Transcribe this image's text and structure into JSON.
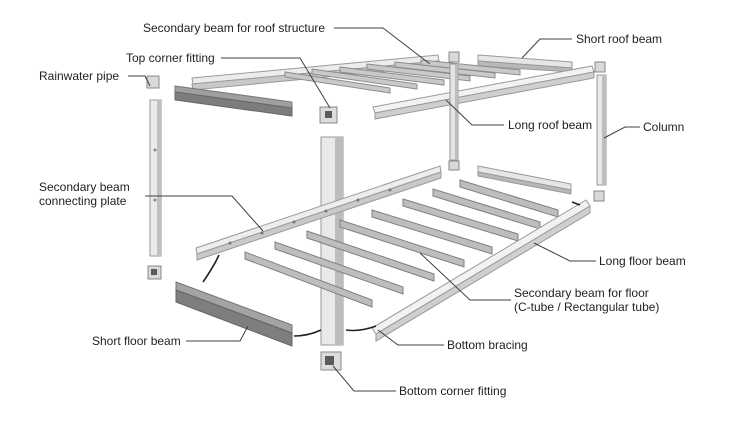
{
  "colors": {
    "background": "#ffffff",
    "member_face": "#e6e6e6",
    "member_top": "#f5f5f5",
    "member_side": "#bdbdbd",
    "member_stroke": "#9a9a9a",
    "fitting_face": "#dcdcdc",
    "fitting_dark": "#5a5a5a",
    "leader_line": "#404040",
    "bracing": "#222222",
    "label_text": "#1f1f1f"
  },
  "labels": {
    "secondary_roof_beam": "Secondary beam for roof structure",
    "short_roof_beam": "Short roof beam",
    "top_corner_fitting": "Top corner fitting",
    "rainwater_pipe": "Rainwater pipe",
    "long_roof_beam": "Long roof beam",
    "column": "Column",
    "secondary_connecting_plate_line1": "Secondary beam",
    "secondary_connecting_plate_line2": "connecting plate",
    "long_floor_beam": "Long floor beam",
    "secondary_floor_beam_line1": "Secondary beam for floor",
    "secondary_floor_beam_line2": "(C-tube / Rectangular tube)",
    "short_floor_beam": "Short floor beam",
    "bottom_bracing": "Bottom bracing",
    "bottom_corner_fitting": "Bottom corner fitting"
  }
}
